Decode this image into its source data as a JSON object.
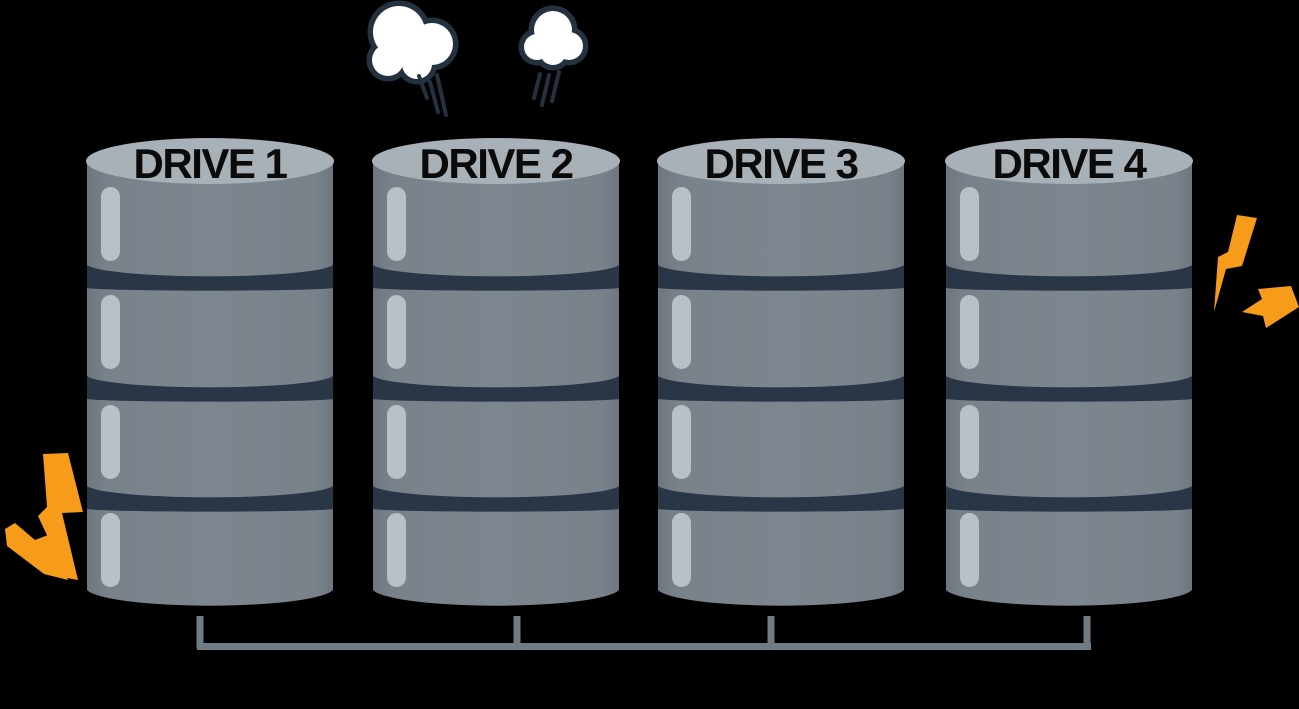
{
  "drives": [
    {
      "label": "DRIVE 1"
    },
    {
      "label": "DRIVE 2"
    },
    {
      "label": "DRIVE 3"
    },
    {
      "label": "DRIVE 4"
    }
  ],
  "indicators": {
    "smoke_icon": "smoke puffs above DRIVE 2",
    "lightning_left_icon": "electrical fault bolts at bottom-left of DRIVE 1",
    "lightning_right_icon": "electrical fault bolts at right side of DRIVE 4"
  },
  "connector": {
    "description": "bus bracket linking all four drives"
  },
  "colors": {
    "background": "#000000",
    "drive_body": "#7d868e",
    "drive_body_edge": "#6e7780",
    "drive_body_mid": "#79828a",
    "drive_top": "#a8b1b8",
    "drive_highlight": "#b9c0c6",
    "drive_band": "#283645",
    "label_text": "#0a0a0a",
    "lightning_orange": "#f79c1a",
    "smoke_outline": "#243240",
    "smoke_fill": "#ffffff",
    "connector": "#6f7c84"
  }
}
